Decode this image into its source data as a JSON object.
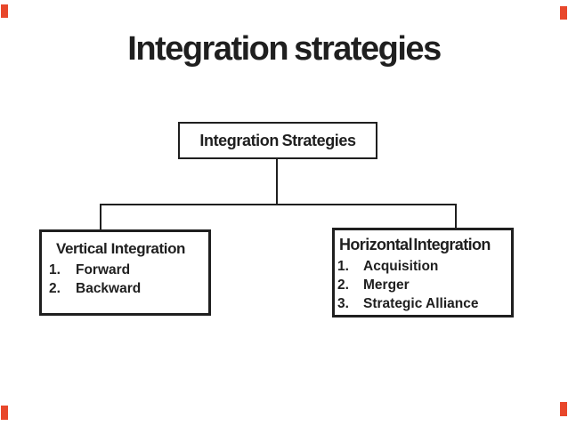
{
  "slide": {
    "title": "Integration strategies"
  },
  "diagram": {
    "type": "hierarchy",
    "root": {
      "label": "Integration Strategies"
    },
    "children": [
      {
        "title": "Vertical Integration",
        "items": [
          {
            "num": "1.",
            "label": "Forward"
          },
          {
            "num": "2.",
            "label": "Backward"
          }
        ]
      },
      {
        "title": "Horizontal Integration",
        "items": [
          {
            "num": "1.",
            "label": "Acquisition"
          },
          {
            "num": "2.",
            "label": "Merger"
          },
          {
            "num": "3.",
            "label": "Strategic Alliance"
          }
        ]
      }
    ]
  },
  "colors": {
    "background": "#ffffff",
    "line": "#1f1f1f",
    "text": "#1f1f1f",
    "accent_bar": "#e8472b"
  }
}
